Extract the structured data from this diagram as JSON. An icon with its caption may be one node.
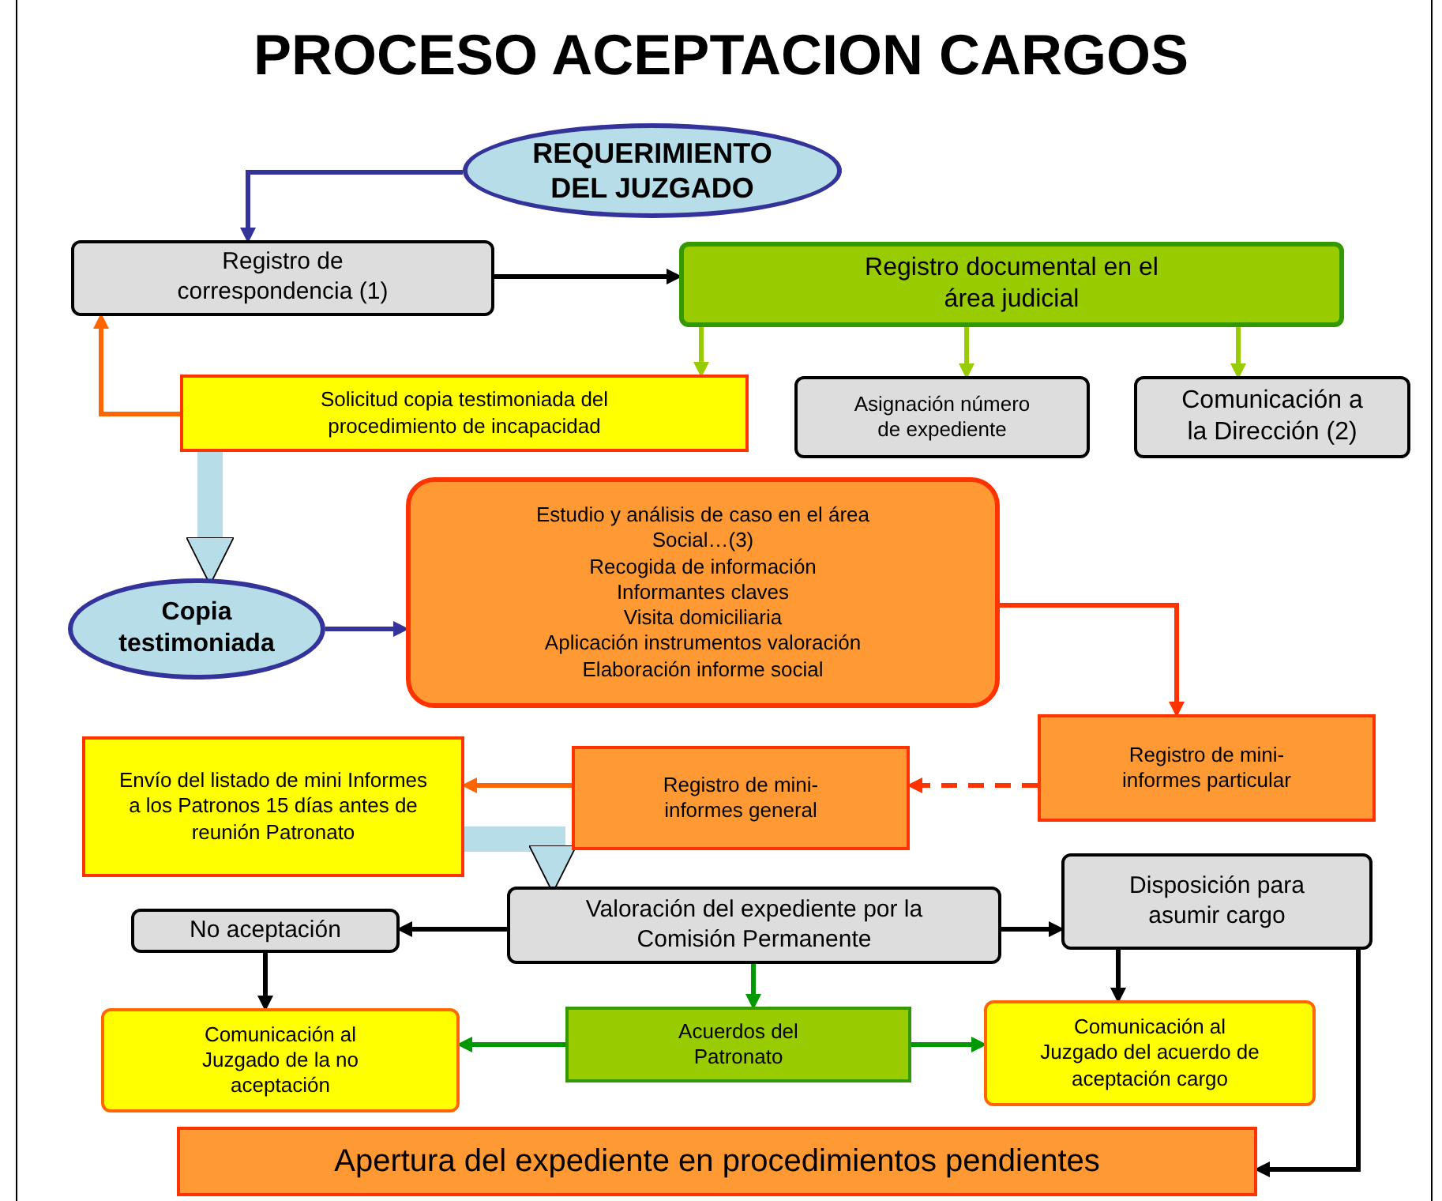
{
  "diagram": {
    "title": "PROCESO ACEPTACION CARGOS",
    "nodes": [
      {
        "text": [
          "REQUERIMIENTO DEL JUZGADO"
        ]
      },
      {
        "text": [
          "Registro de correspondencia (1)"
        ]
      },
      {
        "text": [
          "Registro documental en el área judicial"
        ]
      },
      {
        "text": [
          "Solicitud copia testimoniada del procedimiento de incapacidad"
        ]
      },
      {
        "text": [
          "Asignación número de expediente"
        ]
      },
      {
        "text": [
          "Comunicación a la Dirección (2)"
        ]
      },
      {
        "text": [
          "Copia testimoniada"
        ]
      },
      {
        "text": [
          "Estudio y análisis de caso en el área Social…(3)",
          "Recogida de información",
          "Informantes claves",
          "Visita domiciliaria",
          "Aplicación instrumentos valoración",
          "Elaboración informe social"
        ]
      },
      {
        "text": [
          "Registro de mini-informes particular"
        ]
      },
      {
        "text": [
          "Envío del listado de mini Informes a los Patronos 15 días antes de reunión Patronato"
        ]
      },
      {
        "text": [
          "Registro de mini-informes general"
        ]
      },
      {
        "text": [
          "No aceptación"
        ]
      },
      {
        "text": [
          "Valoración del expediente por la Comisión Permanente"
        ]
      },
      {
        "text": [
          "Disposición para asumir cargo"
        ]
      },
      {
        "text": [
          "Comunicación al Juzgado de la no aceptación"
        ]
      },
      {
        "text": [
          "Acuerdos del Patronato"
        ]
      },
      {
        "text": [
          "Comunicación al Juzgado del acuerdo de aceptación cargo"
        ]
      },
      {
        "text": [
          "Apertura del expediente en procedimientos pendientes"
        ]
      }
    ],
    "edges": [
      {
        "from": 0,
        "to": 1,
        "arrow": "to",
        "color": "#333399"
      },
      {
        "from": 1,
        "to": 2,
        "arrow": "to"
      },
      {
        "from": 2,
        "to": 3,
        "arrow": "to",
        "color": "#99cc00"
      },
      {
        "from": 2,
        "to": 4,
        "arrow": "to",
        "color": "#99cc00"
      },
      {
        "from": 2,
        "to": 5,
        "arrow": "to",
        "color": "#99cc00"
      },
      {
        "from": 3,
        "to": 1,
        "arrow": "to",
        "color": "#ff6600"
      },
      {
        "from": 3,
        "to": 6,
        "arrow": "to",
        "style": "thick",
        "color": "#b7dde8"
      },
      {
        "from": 6,
        "to": 7,
        "arrow": "to",
        "color": "#333399"
      },
      {
        "from": 7,
        "to": 8,
        "arrow": "to",
        "color": "#ff3300"
      },
      {
        "from": 8,
        "to": 10,
        "arrow": "to",
        "style": "dashed",
        "color": "#ff3300"
      },
      {
        "from": 10,
        "to": 9,
        "arrow": "to",
        "color": "#ff6600"
      },
      {
        "from": 9,
        "to": 12,
        "arrow": "to",
        "style": "thick",
        "color": "#b7dde8"
      },
      {
        "from": 12,
        "to": 11,
        "arrow": "to"
      },
      {
        "from": 12,
        "to": 13,
        "arrow": "to"
      },
      {
        "from": 11,
        "to": 14,
        "arrow": "to"
      },
      {
        "from": 12,
        "to": 15,
        "arrow": "to",
        "color": "#009900"
      },
      {
        "from": 15,
        "to": 14,
        "arrow": "to",
        "color": "#009900"
      },
      {
        "from": 15,
        "to": 16,
        "arrow": "to",
        "color": "#009900"
      },
      {
        "from": 13,
        "to": 16,
        "arrow": "to"
      },
      {
        "from": 13,
        "to": 17,
        "arrow": "to"
      }
    ]
  }
}
